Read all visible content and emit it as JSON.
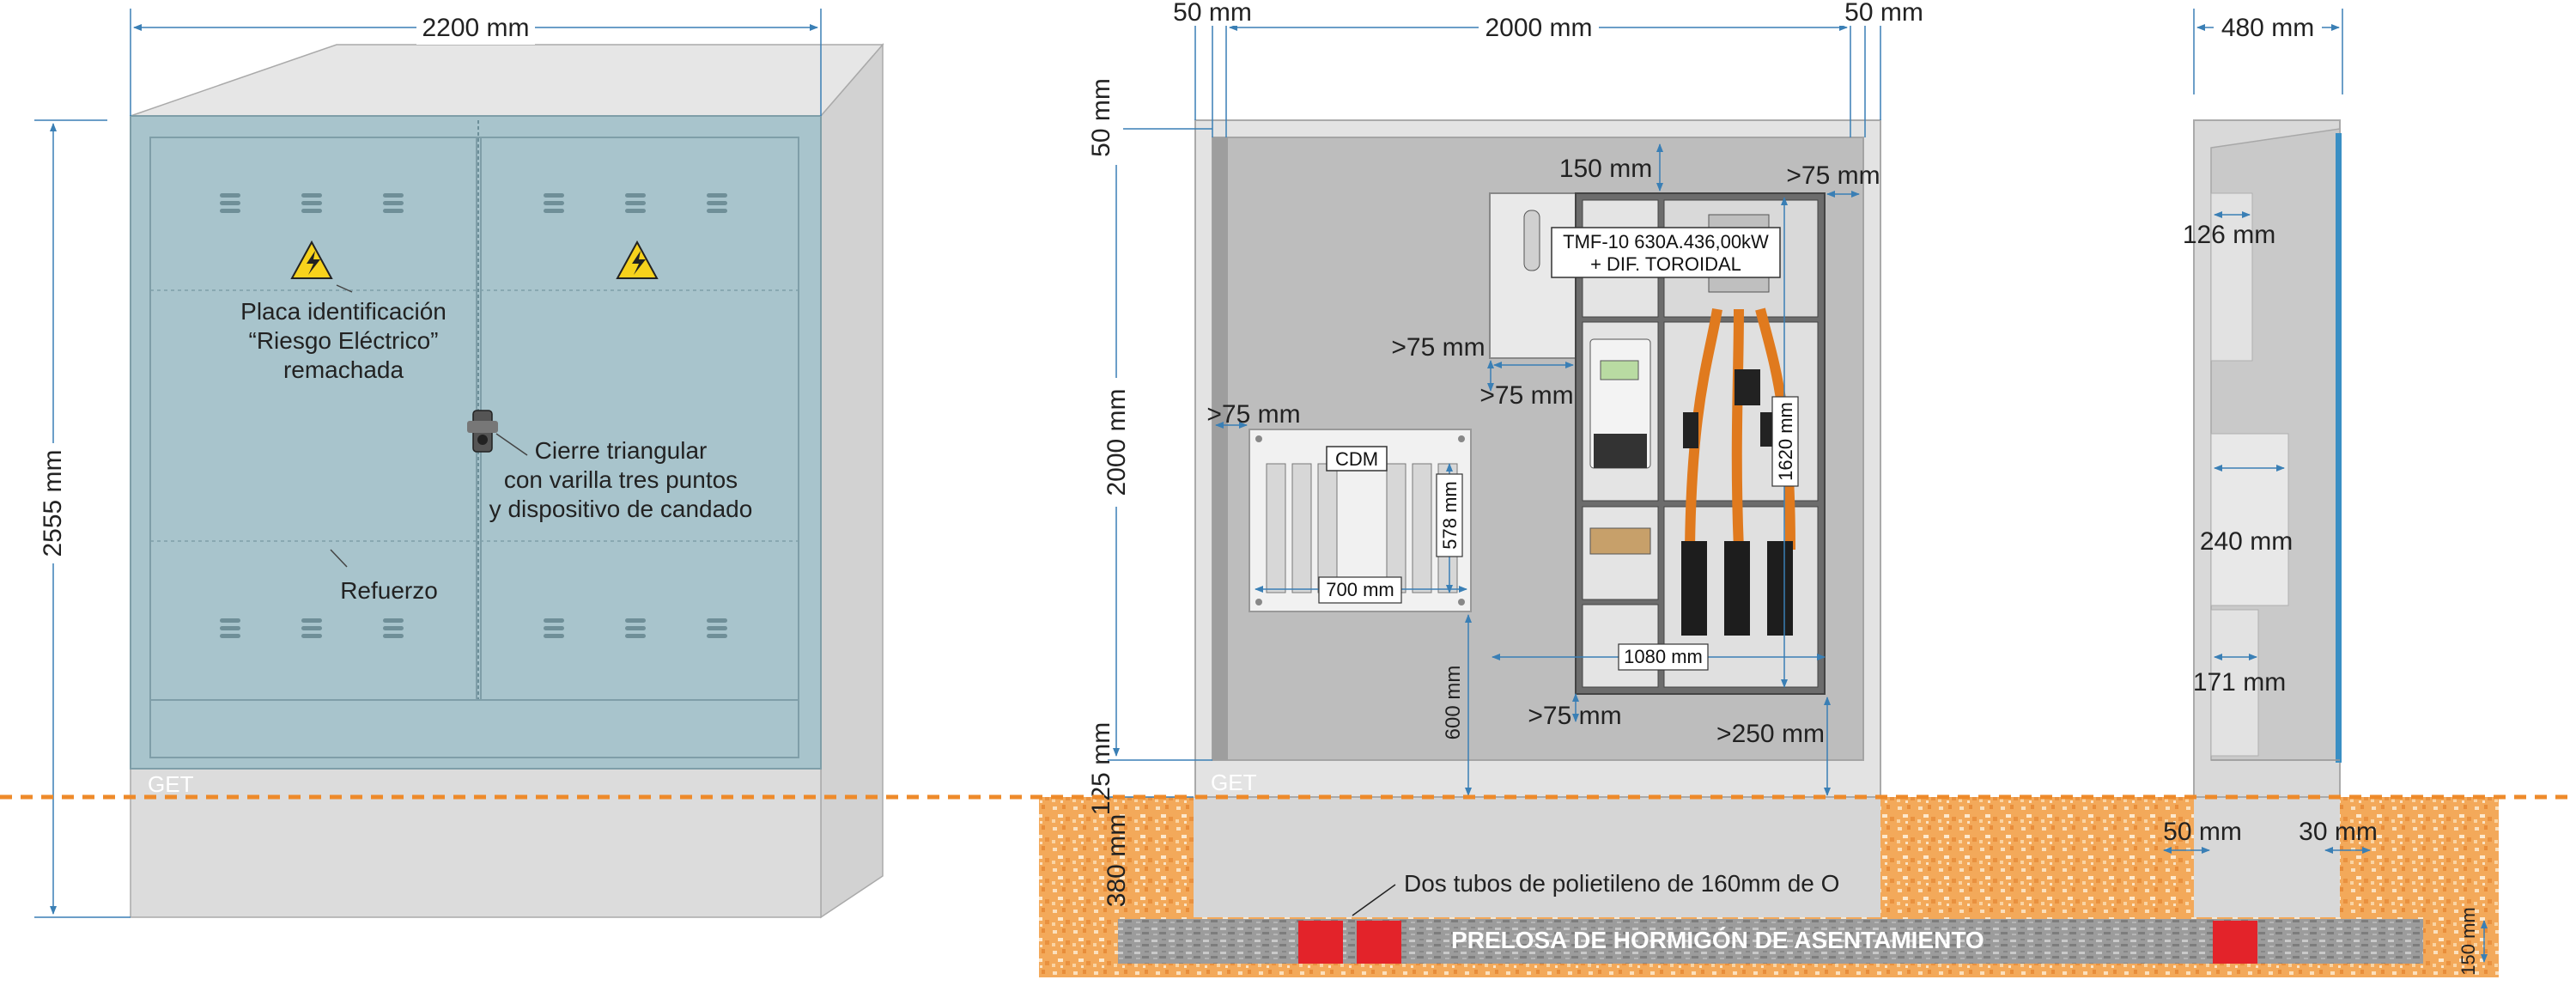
{
  "colors": {
    "door": "#a8c4cc",
    "door_stroke": "#7f9ea8",
    "cabinet_side": "#d8d8d8",
    "interior": "#bdbdbd",
    "soil": "#f3a95a",
    "ground_line": "#ee8a2a",
    "slab": "#9c9c9c",
    "tube": "#e3232a",
    "dimension": "#3a7fb5",
    "warning": "#f7d21c",
    "cable": "#e07a1e"
  },
  "icons": [
    "warning-triangle-icon",
    "lock-icon",
    "vent-slot-icon"
  ],
  "front_view": {
    "width_dim": "2200 mm",
    "height_dim": "2555 mm",
    "label_plate": [
      "Placa identificación",
      "“Riesgo Eléctrico”",
      "remachada"
    ],
    "label_lock": [
      "Cierre triangular",
      "con varilla tres puntos",
      "y dispositivo de candado"
    ],
    "label_reinforce": "Refuerzo",
    "get_label": "GET"
  },
  "interior_view": {
    "top_dims": [
      "50 mm",
      "2000 mm",
      "50 mm"
    ],
    "left_dims": [
      "50 mm",
      "2000 mm",
      "125 mm",
      "380 mm"
    ],
    "get_label": "GET",
    "dims": {
      "d150": "150 mm",
      "gt75_top_right": ">75 mm",
      "gt75_mid_left": ">75 mm",
      "gt75_mid_right": ">75 mm",
      "gt75_cdm": ">75 mm",
      "cdm": "CDM",
      "d578": "578 mm",
      "d700": "700 mm",
      "d600": "600 mm",
      "d1620": "1620 mm",
      "d1080": "1080 mm",
      "gt75_bottom": ">75 mm",
      "gt250": ">250 mm"
    },
    "tmf_label": [
      "TMF-10 630A.436,00kW",
      "+ DIF. TOROIDAL"
    ],
    "tubes_label": "Dos tubos de polietileno de 160mm de O",
    "slab_label": "PRELOSA DE HORMIGÓN DE ASENTAMIENTO"
  },
  "side_view": {
    "width_dim": "480 mm",
    "d126": "126 mm",
    "d240": "240 mm",
    "d171": "171 mm",
    "d50": "50 mm",
    "d30": "30 mm",
    "d150": "150 mm"
  }
}
